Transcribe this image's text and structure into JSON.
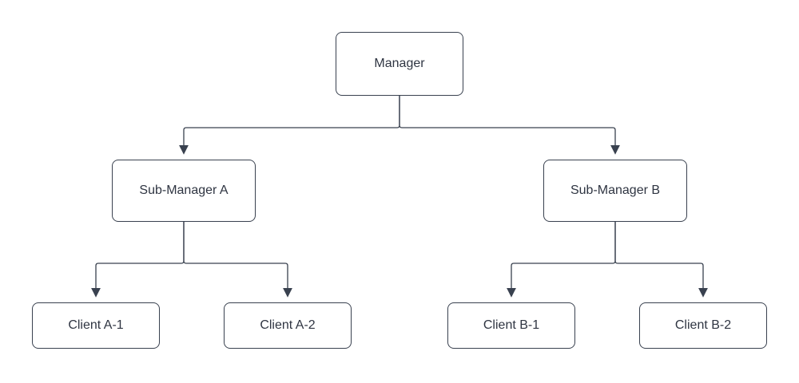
{
  "diagram": {
    "type": "org-chart",
    "background_color": "#ffffff",
    "node_border_color": "#39414f",
    "node_fill_color": "#ffffff",
    "connector_color": "#39414f",
    "text_color": "#2f3542",
    "nodes": [
      {
        "id": "manager",
        "label": "Manager",
        "level": 1
      },
      {
        "id": "sub-manager-a",
        "label": "Sub-Manager A",
        "level": 2
      },
      {
        "id": "sub-manager-b",
        "label": "Sub-Manager B",
        "level": 2
      },
      {
        "id": "client-a1",
        "label": "Client A-1",
        "level": 3
      },
      {
        "id": "client-a2",
        "label": "Client A-2",
        "level": 3
      },
      {
        "id": "client-b1",
        "label": "Client B-1",
        "level": 3
      },
      {
        "id": "client-b2",
        "label": "Client B-2",
        "level": 3
      }
    ],
    "edges": [
      {
        "from": "manager",
        "to": "sub-manager-a",
        "arrow": "filled-triangle"
      },
      {
        "from": "manager",
        "to": "sub-manager-b",
        "arrow": "filled-triangle"
      },
      {
        "from": "sub-manager-a",
        "to": "client-a1",
        "arrow": "filled-triangle"
      },
      {
        "from": "sub-manager-a",
        "to": "client-a2",
        "arrow": "filled-triangle"
      },
      {
        "from": "sub-manager-b",
        "to": "client-b1",
        "arrow": "filled-triangle"
      },
      {
        "from": "sub-manager-b",
        "to": "client-b2",
        "arrow": "filled-triangle"
      }
    ]
  }
}
